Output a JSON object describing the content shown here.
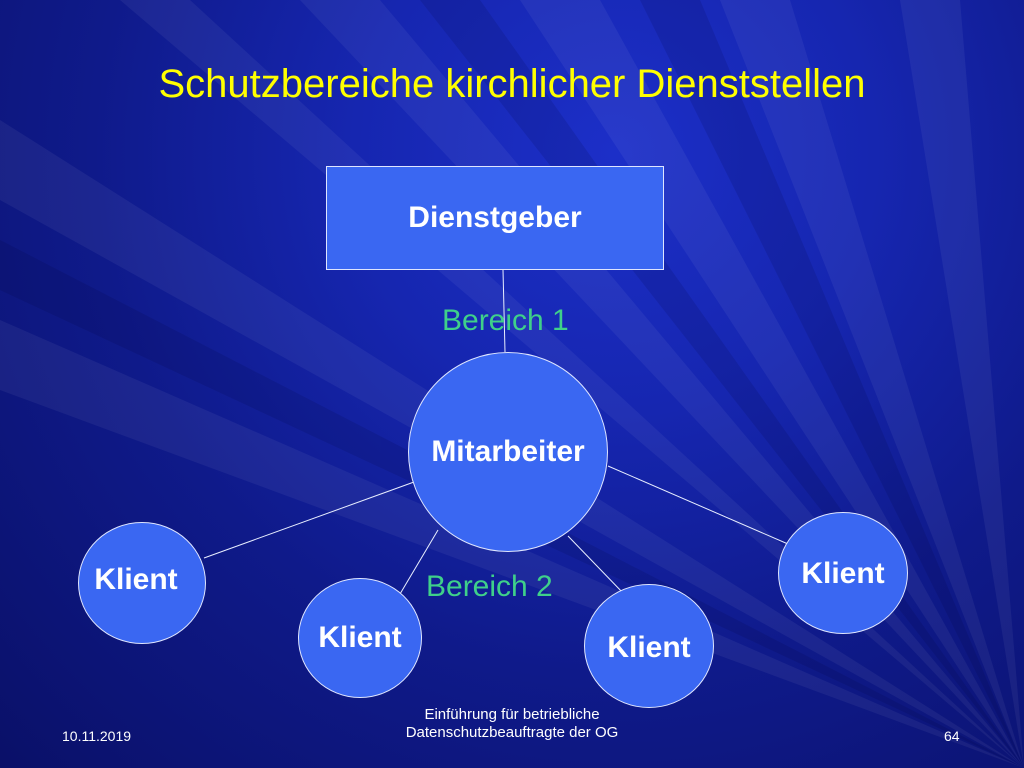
{
  "slide": {
    "title": "Schutzbereiche kirchlicher Dienststellen"
  },
  "diagram": {
    "employer_label": "Dienstgeber",
    "employee_label": "Mitarbeiter",
    "region_1_label": "Bereich 1",
    "region_2_label": "Bereich 2",
    "clients": [
      "Klient",
      "Klient",
      "Klient",
      "Klient"
    ]
  },
  "footer": {
    "date": "10.11.2019",
    "center_line_1": "Einführung für betriebliche",
    "center_line_2": "Datenschutzbeauftragte der OG",
    "page_number": "64"
  },
  "colors": {
    "title": "#ffff00",
    "node_fill": "#3a67f2",
    "region_text": "#3fd08a",
    "background": "#1626b0"
  }
}
